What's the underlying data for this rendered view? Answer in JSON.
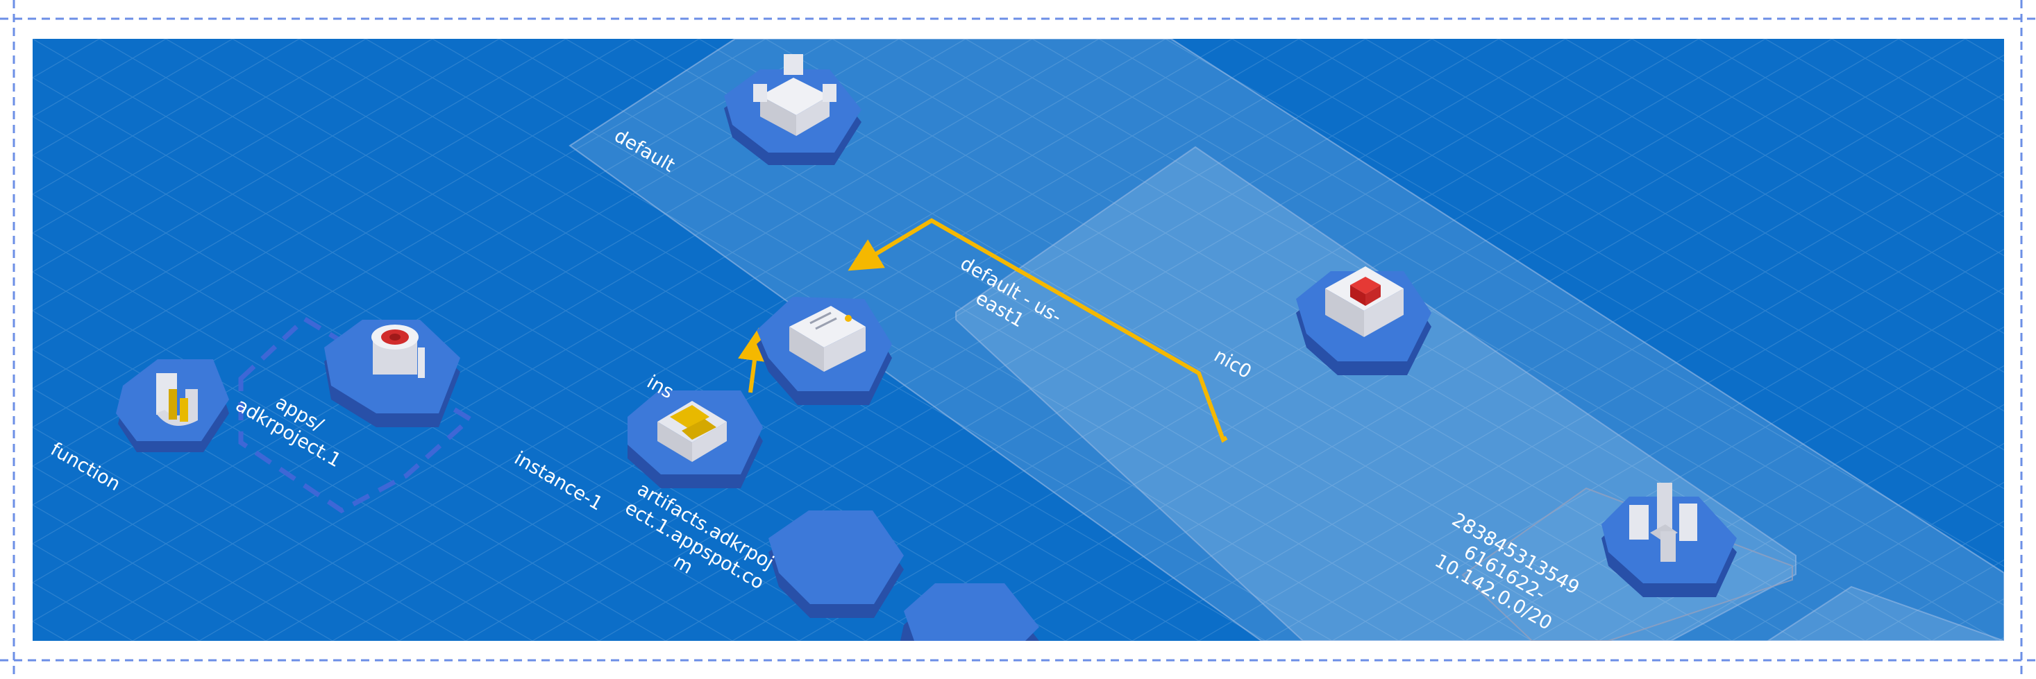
{
  "diagram": {
    "labels": {
      "function": "function",
      "apps_line1": "apps/",
      "apps_line2": "adkrpoject.1",
      "instance": "instance-1",
      "ins_partial": "ins",
      "artifacts_line1": "artifacts.adkrpoj",
      "artifacts_line2": "ect.1.appspot.co",
      "artifacts_line3": "m",
      "default": "default",
      "subnet_line1": "default - us-",
      "subnet_line2": "east1",
      "nic": "nic0",
      "range_line1": "283845313549",
      "range_line2": "6161622-",
      "range_line3": "10.142.0.0/20"
    },
    "icons": [
      "cloud-function-icon",
      "app-engine-icon",
      "cloud-storage-icon",
      "pubsub-topic-icon",
      "vpc-network-icon",
      "compute-instance-icon",
      "subnet-router-icon",
      "empty-node-icon",
      "empty-node-icon"
    ],
    "colors": {
      "background": "#0c6ec8",
      "accent_arrow": "#f5b800",
      "node_top": "#3d79d9",
      "node_side": "#2850a8"
    }
  }
}
